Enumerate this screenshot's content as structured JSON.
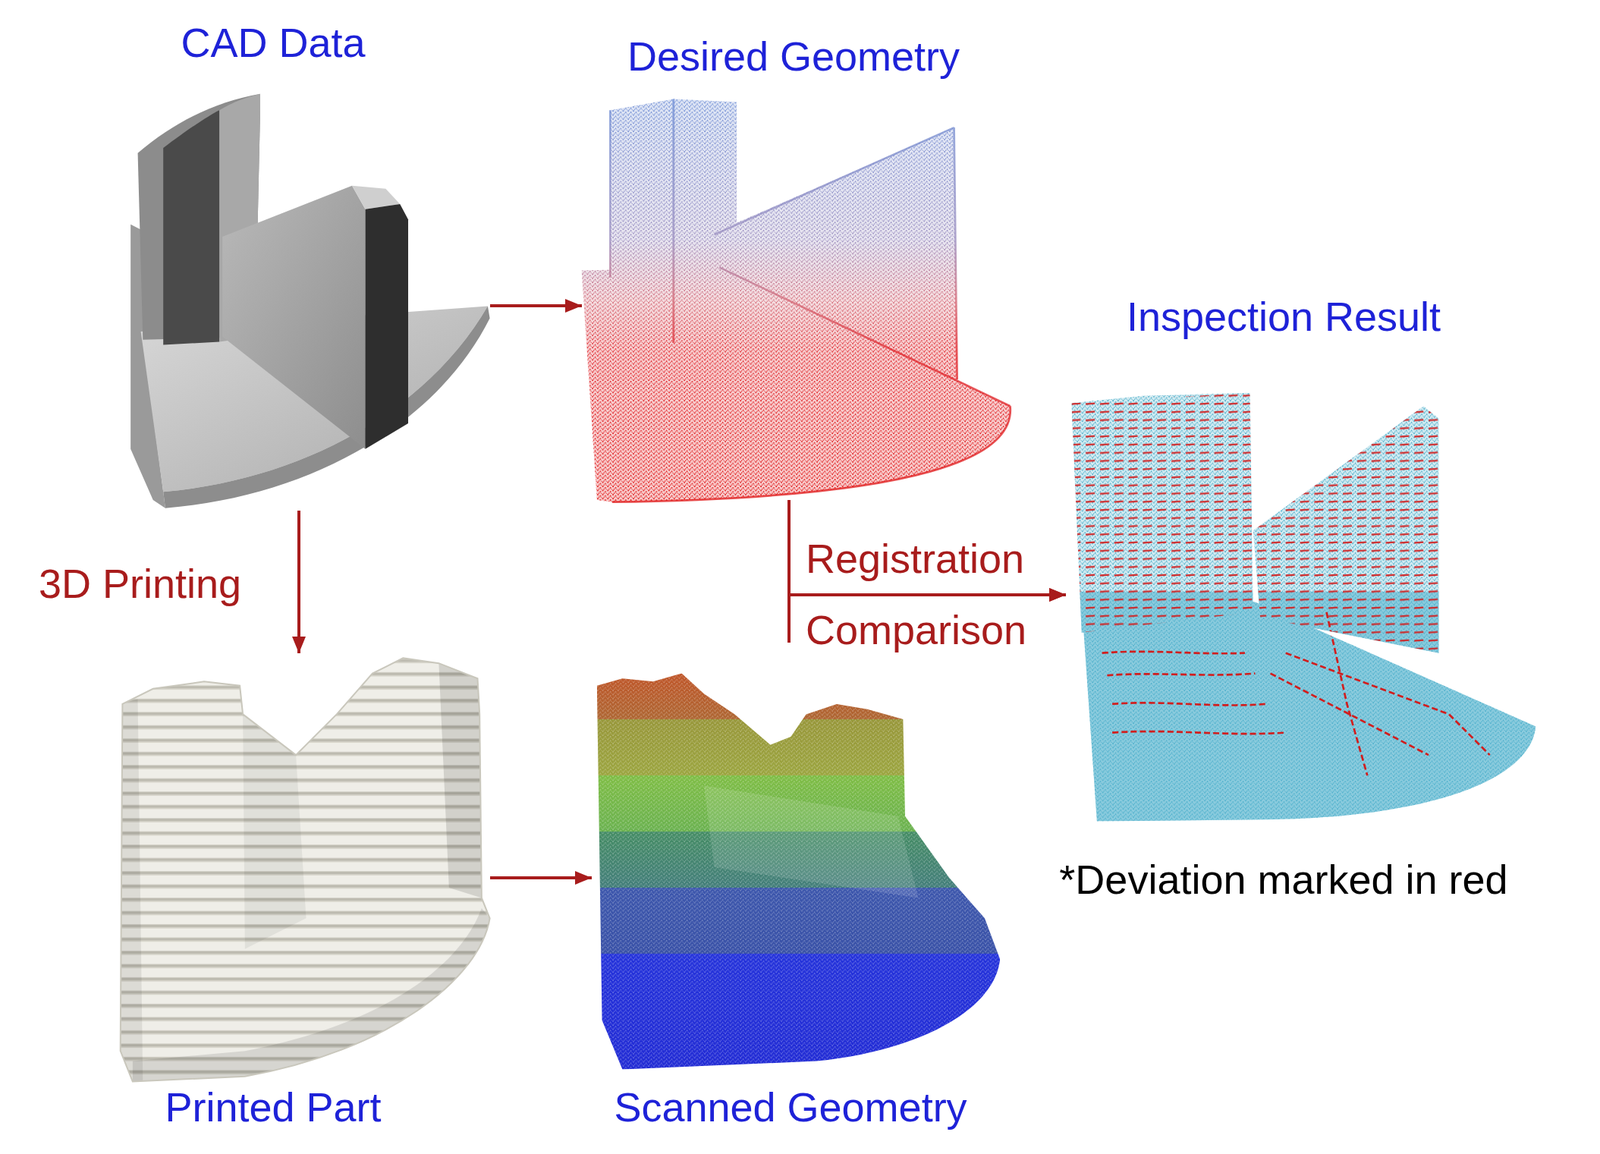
{
  "diagram": {
    "nodes": [
      {
        "text": [
          "CAD Data"
        ]
      },
      {
        "text": [
          "Desired Geometry"
        ]
      },
      {
        "text": [
          "Inspection Result"
        ]
      },
      {
        "text": [
          "Printed Part"
        ]
      },
      {
        "text": [
          "Scanned Geometry"
        ]
      }
    ],
    "edges": [
      {
        "from": 0,
        "to": 1,
        "arrow": "to"
      },
      {
        "from": 0,
        "to": 3,
        "arrow": "to",
        "label": "3D Printing"
      },
      {
        "from": 3,
        "to": 4,
        "arrow": "to"
      },
      {
        "from": 1,
        "to": 2,
        "arrow": "to",
        "label": "Registration"
      },
      {
        "from": 4,
        "to": 2,
        "arrow": "to",
        "label": "Comparison"
      }
    ],
    "labels": [
      "*Deviation marked in red"
    ]
  }
}
